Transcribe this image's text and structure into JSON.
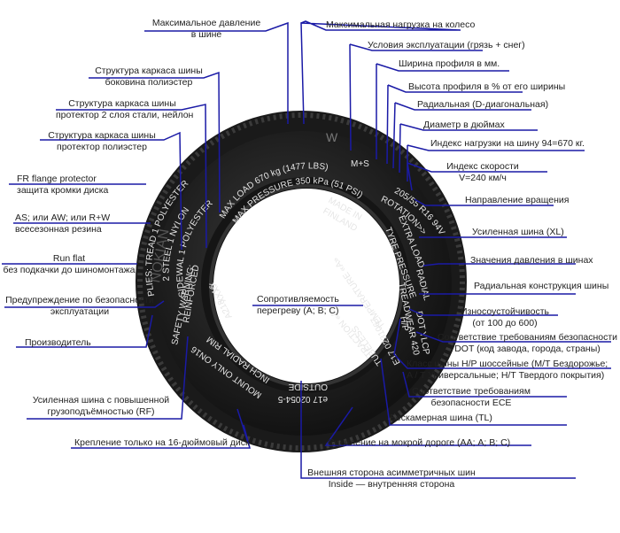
{
  "title": "Маркировка шины",
  "colors": {
    "leader": "#1a1aa6",
    "tire": "#1c1c1c",
    "tread": "#2a2a2a",
    "sidewall_text": "#e8e8e8",
    "label_text": "#222222"
  },
  "labels": {
    "max_pressure": [
      "Максимальное давление",
      "в шине"
    ],
    "max_load": [
      "Максимальная нагрузка на колесо"
    ],
    "conditions": [
      "Условия эксплуатации (грязь + снег)"
    ],
    "width": [
      "Ширина профиля в мм."
    ],
    "height": [
      "Высота профиля в % от его ширины"
    ],
    "radial": [
      "Радиальная (D-диагональная)"
    ],
    "diameter": [
      "Диаметр в дюймах"
    ],
    "load_index": [
      "Индекс нагрузки на шину 94=670 кг."
    ],
    "speed_index": [
      "Индекс скорости",
      "V=240 км/ч"
    ],
    "rotation": [
      "Направление вращения"
    ],
    "xl": [
      "Усиленная шина (XL)"
    ],
    "pressure_values": [
      "Значения давления в шинах"
    ],
    "radial_construction": [
      "Радиальная конструкция шины"
    ],
    "treadwear": [
      "Износоустойчивость",
      "(от 100 до 600)"
    ],
    "dot": [
      "Соответствие требованиям безопасности",
      "DOT (код завода, города, страны)"
    ],
    "class": [
      "Класс шины H/P шоссейные (М/Т Бездорожье;",
      "A / T Универсальные;  Н/Т Твердого покрытия)"
    ],
    "ece": [
      "Соответствие требованиям",
      "безопасности ЕСЕ"
    ],
    "tubeless": [
      "Бескамерная шина (TL)"
    ],
    "traction": [
      "Сцепление на мокрой дороге (АА; А; В; С)"
    ],
    "outside": [
      "Внешняя сторона асимметричных шин",
      "Inside —  внутренняя сторона"
    ],
    "mount": [
      "Крепление только на 16-дюймовый диск"
    ],
    "rf": [
      "Усиленная шина с повышенной",
      "грузоподъёмностью (RF)"
    ],
    "manufacturer": [
      "Производитель"
    ],
    "safety": [
      "Предупреждение по безопасности",
      "эксплуатации"
    ],
    "runflat": [
      "Run flat",
      "без подкачки до шиномонтажа"
    ],
    "allseason": [
      "AS; или AW; или R+W",
      "всесезонная резина"
    ],
    "fr": [
      "FR  flange protector",
      "защита кромки диска"
    ],
    "ply_tread": [
      "Структура каркаса шины",
      "протектор полиэстер"
    ],
    "ply_steel": [
      "Структура каркаса шины",
      "протектор 2 слоя стали, нейлон"
    ],
    "ply_side": [
      "Структура каркаса шины",
      "боковина полиэстер"
    ],
    "temperature": [
      "Сопротивляемость",
      "перегреву (A; B; C)"
    ]
  },
  "sidewall": {
    "maxload": "MAX LOAD 670 kg (1477 LBS)",
    "maxpressure": "MAX PRESSURE 350 kPa (51 PSI)",
    "ms": "M+S",
    "size": "205/55 R16 94V",
    "rotation": "ROTATION>>",
    "made": "MADE IN",
    "finland": "FINLAND",
    "extraload": "EXTRA LOAD",
    "tyrepressure": "TYRE PRESSURE",
    "radial": "RADIAL",
    "treadwear": "TREADWEAR 420",
    "hp": "H/P",
    "dot": "DOT YLCP",
    "temperature": "TEMPERATURE «A»",
    "traction": "TRACTION «A»",
    "tubeless": "TUBELESS",
    "e17a": "E17 0231067",
    "e17b": "e17 02054-5",
    "outside": "OUTSIDE",
    "inch": "INCH RADIAL RIM",
    "mount": "MOUNT ONLY ON16",
    "a218": "A218 - 16",
    "xxxx": "XXXX",
    "reinforced": "REINFORCED",
    "safety": "SAFETY WARNING:",
    "plies": "PLIES: TREAD 1 POLYESTER",
    "steel": "2 STEEL  1 NYLON",
    "sidewal": "SIDEWAL 1 POLYESTER",
    "brand": "NOKIAN",
    "logo": "W",
    "watermark": "Avtobis"
  }
}
